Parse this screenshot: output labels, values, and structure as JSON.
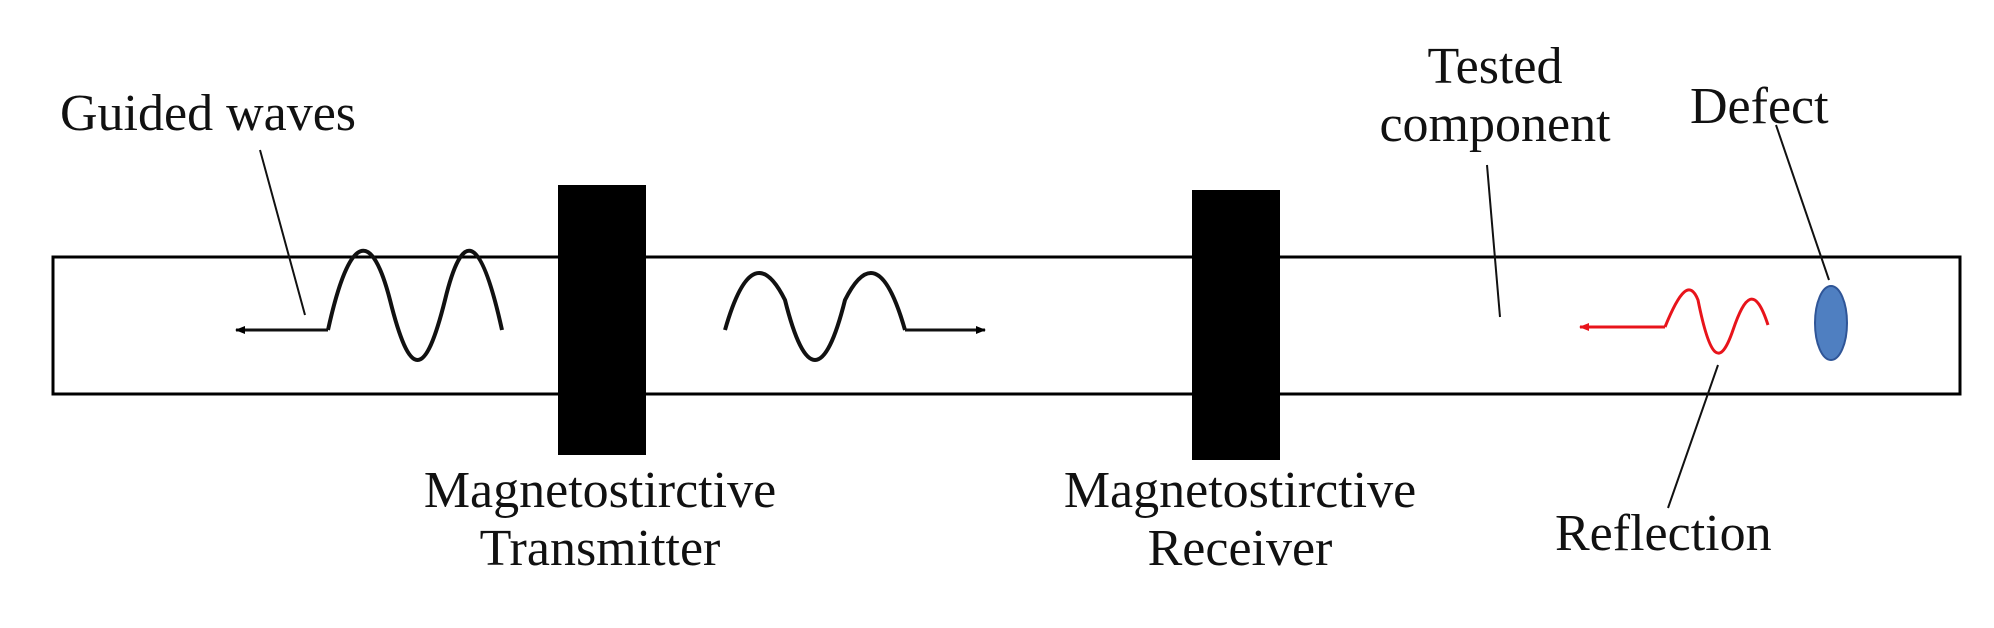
{
  "labels": {
    "guided_waves": "Guided waves",
    "tested_component_line1": "Tested",
    "tested_component_line2": "component",
    "defect": "Defect",
    "transmitter_line1": "Magnetostirctive",
    "transmitter_line2": "Transmitter",
    "receiver_line1": "Magnetostirctive",
    "receiver_line2": "Receiver",
    "reflection": "Reflection"
  },
  "colors": {
    "outline": "#000000",
    "transducer": "#000000",
    "wave": "#111111",
    "reflection_wave": "#e8141b",
    "defect_fill": "#4f7fc1",
    "defect_stroke": "#2f5597"
  }
}
